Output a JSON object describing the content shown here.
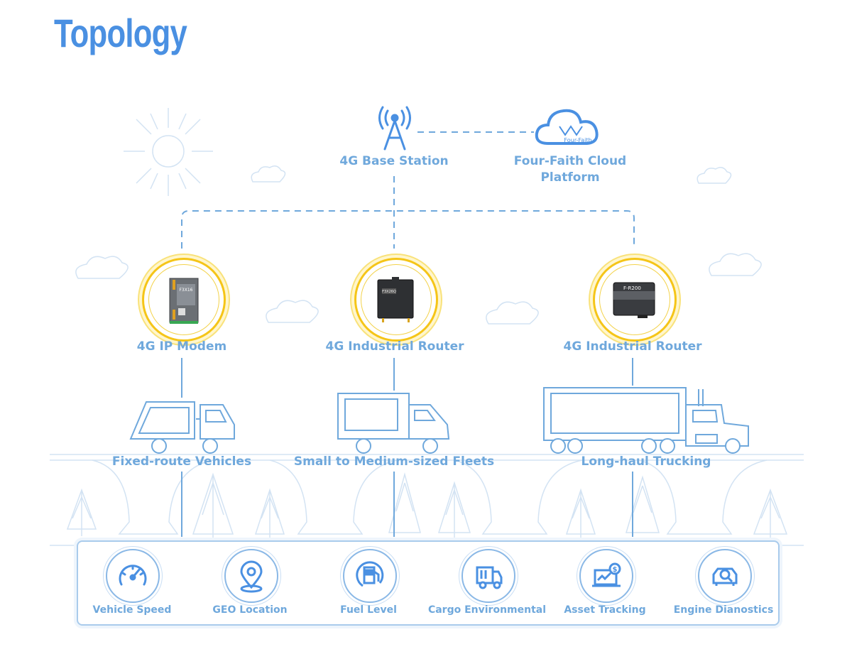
{
  "title": "Topology",
  "top": {
    "base_station": "4G Base Station",
    "cloud_line1": "Four-Faith Cloud",
    "cloud_line2": "Platform",
    "cloud_logo_text": "Four-Faith"
  },
  "devices": [
    {
      "label": "4G IP Modem",
      "screen_text": "F3X16"
    },
    {
      "label": "4G Industrial Router",
      "screen_text": "F3X26Q"
    },
    {
      "label": "4G Industrial Router",
      "screen_text": "F-R200"
    }
  ],
  "vehicles": [
    {
      "label": "Fixed-route Vehicles"
    },
    {
      "label": "Small to Medium-sized Fleets"
    },
    {
      "label": "Long-haul Trucking"
    }
  ],
  "features": [
    {
      "label": "Vehicle Speed",
      "icon": "speedometer-icon"
    },
    {
      "label": "GEO Location",
      "icon": "location-pin-icon"
    },
    {
      "label": "Fuel Level",
      "icon": "fuel-pump-icon"
    },
    {
      "label": "Cargo Environmental",
      "icon": "cargo-truck-icon"
    },
    {
      "label": "Asset Tracking",
      "icon": "laptop-dollar-icon"
    },
    {
      "label": "Engine Dianostics",
      "icon": "car-search-icon"
    }
  ],
  "colors": {
    "accent": "#4a90e2",
    "line": "#6fa8dc",
    "sketch": "#bfd7ef",
    "highlight": "#f5c518"
  }
}
